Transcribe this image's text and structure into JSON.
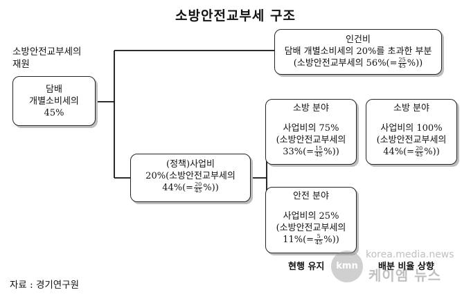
{
  "title": "소방안전교부세 구조",
  "source_label": "재원",
  "source_label_line1": "소방안전교부세의",
  "boxes": {
    "tobacco": {
      "line1": "담배",
      "line2": "개별소비세의",
      "line3": "45%"
    },
    "people": {
      "line1": "인건비",
      "line2": "담배 개별소비세의 20%를 초과한 부분",
      "prefix": "(소방안전교부세의 56%(=",
      "num": "25",
      "den": "45",
      "suffix": "%))"
    },
    "policy": {
      "line1": "(정책)사업비",
      "line2": "20%(소방안전교부세의",
      "prefix": "44%(=",
      "num": "20",
      "den": "45",
      "suffix": "%))"
    },
    "fire1": {
      "head": "소방 분야",
      "line1": "사업비의 75%",
      "line2": "(소방안전교부세의",
      "prefix": "33%(=",
      "num": "15",
      "den": "45",
      "suffix": "%))"
    },
    "fire2": {
      "head": "소방 분야",
      "line1": "사업비의 100%",
      "line2": "(소방안전교부세의",
      "prefix": "44%(=",
      "num": "20",
      "den": "45",
      "suffix": "%))"
    },
    "safety": {
      "head": "안전 분야",
      "line1": "사업비의 25%",
      "line2": "(소방안전교부세의",
      "prefix": "11%(=",
      "num": "5",
      "den": "45",
      "suffix": "%))"
    }
  },
  "bottom_left": "현행 유지",
  "bottom_right": "배분 비율 상향",
  "credit": "자료 : 경기연구원",
  "watermark": {
    "site": "korea.media.news",
    "logo": "kmn",
    "brand": "케이엠 뉴스"
  }
}
